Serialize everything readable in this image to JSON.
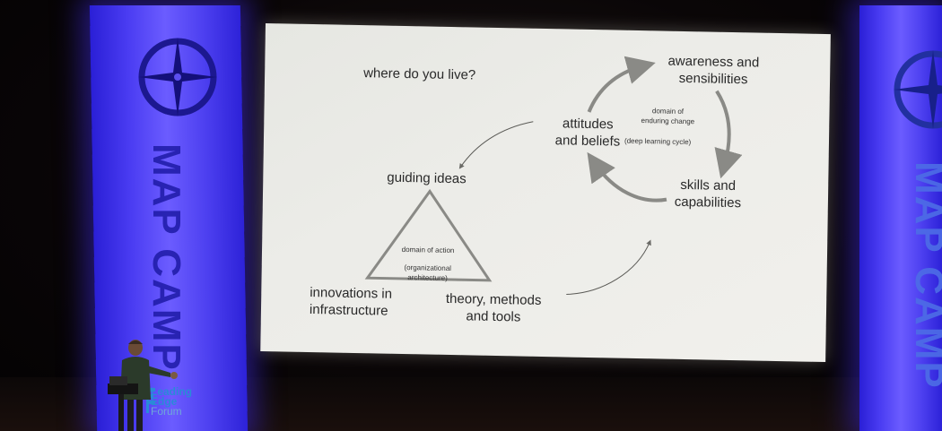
{
  "slide": {
    "question": "where do you live?",
    "awareness_line1": "awareness and",
    "awareness_line2": "sensibilities",
    "attitudes_line1": "attitudes",
    "attitudes_line2": "and beliefs",
    "domain_enduring_line1": "domain of",
    "domain_enduring_line2": "enduring change",
    "deep_learning": "(deep learning cycle)",
    "skills_line1": "skills and",
    "skills_line2": "capabilities",
    "guiding_ideas": "guiding ideas",
    "domain_action": "domain of action",
    "org_arch_line1": "(organizational",
    "org_arch_line2": "architecture)",
    "innovations_line1": "innovations in",
    "innovations_line2": "infrastructure",
    "theory_line1": "theory, methods",
    "theory_line2": "and tools"
  },
  "banners": {
    "left_text": "MAP CAMP",
    "right_text": "MAP CAMP"
  },
  "sponsor": {
    "line1": "Leading",
    "line2": "Edge",
    "line3": "Forum"
  },
  "colors": {
    "banner_blue": "#4a3cf2",
    "screen_bg": "#ecece8",
    "arrow_gray": "#8a8a86",
    "text_dark": "#2a2a2a"
  }
}
